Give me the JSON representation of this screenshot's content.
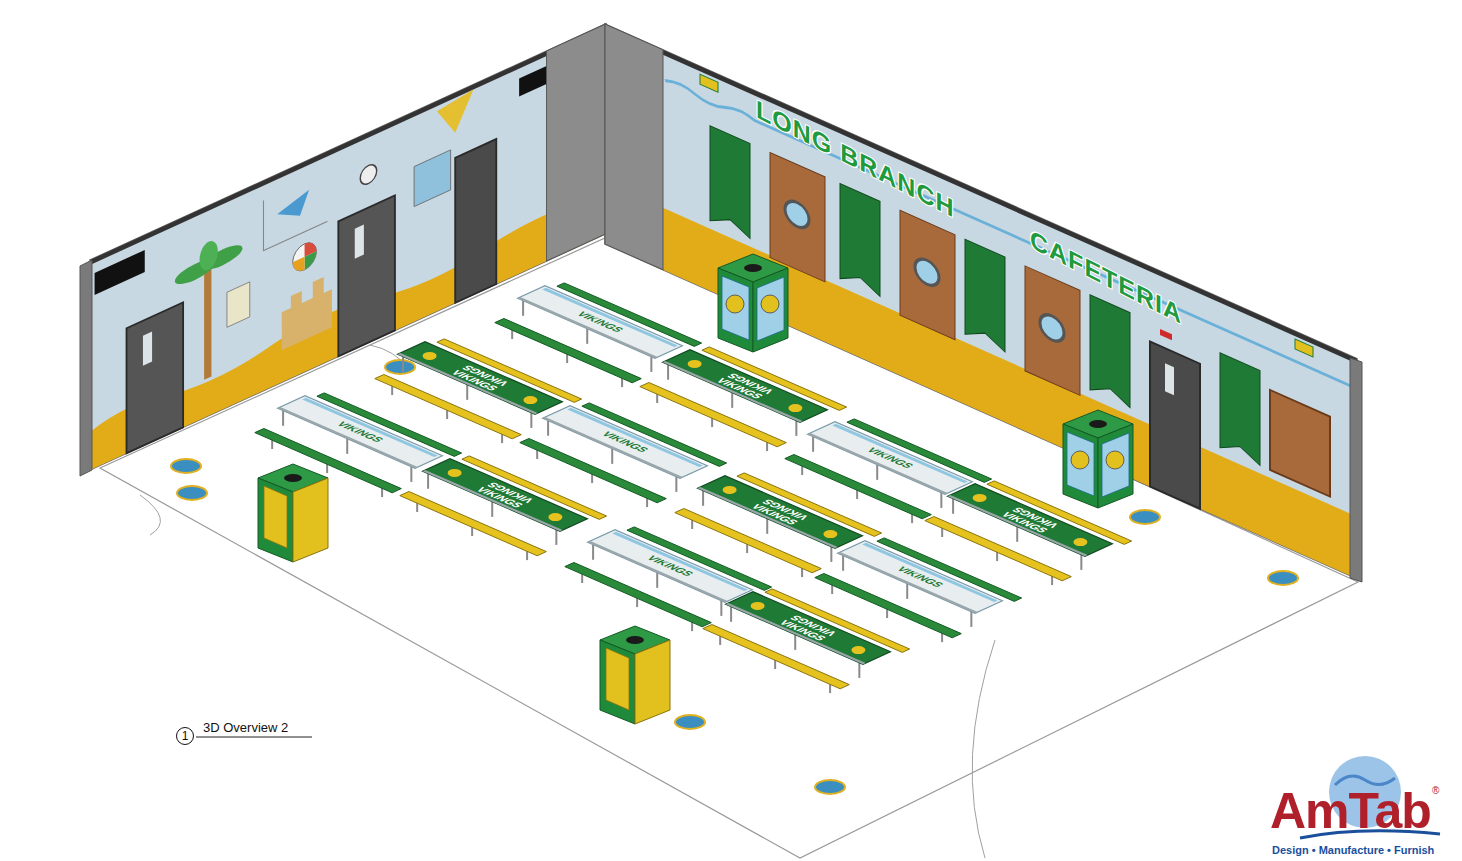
{
  "diagram": {
    "labels": [
      "LONG BRANCH",
      "CAFETERIA",
      "VIKINGS",
      "VIKINGS",
      "VIKINGS",
      "VIKINGS",
      "VIKINGS",
      "VIKINGS",
      "VIKINGS",
      "VIKINGS",
      "VIKINGS",
      "VIKINGS",
      "VIKINGS",
      "VIKINGS",
      "VIKINGS",
      "VIKINGS",
      "VIKINGS",
      "VIKINGS",
      "VIKINGS",
      "VIKINGS",
      "1",
      "3D Overview 2",
      "AmTab",
      "®",
      "Design • Manufacture • Furnish"
    ]
  }
}
